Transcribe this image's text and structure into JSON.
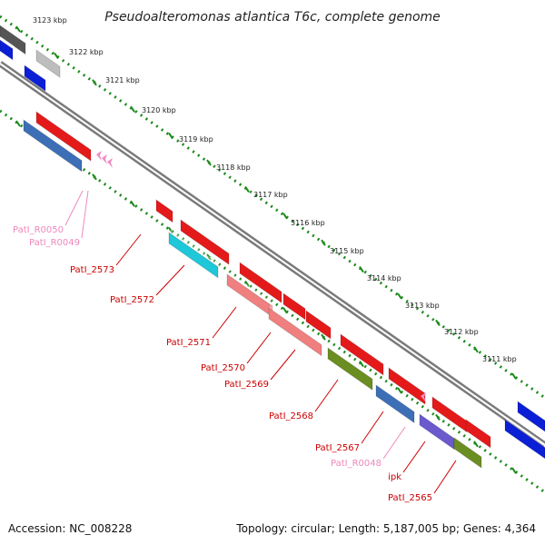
{
  "title": "Pseudoalteromonas atlantica T6c, complete genome",
  "footer": {
    "accession": "Accession: NC_008228",
    "topology": "Topology: circular; Length: 5,187,005 bp; Genes: 4,364"
  },
  "colors": {
    "backbone": "#7a7a7a",
    "ticks": "#1a8a1a",
    "gene_red": "#e41a1a",
    "gene_pink": "#f07f7f",
    "gene_blue": "#3d6fb6",
    "gene_cyan": "#1ec8d8",
    "gene_olive": "#6b8e23",
    "gene_purple": "#6a5acd",
    "gene_gray": "#bdbdbd",
    "gene_darkgray": "#555555",
    "gene_navy": "#0b1fd6",
    "rna_pink": "#f08cc0",
    "label_red": "#cc0000",
    "label_pink": "#ee88bb"
  },
  "kbp_labels": [
    "3123 kbp",
    "3122 kbp",
    "3121 kbp",
    "3120 kbp",
    "3119 kbp",
    "3118 kbp",
    "3117 kbp",
    "3116 kbp",
    "3115 kbp",
    "3114 kbp",
    "3113 kbp",
    "3112 kbp",
    "3111 kbp"
  ],
  "gene_labels": [
    {
      "text": "PatI_R0050",
      "kind": "rna"
    },
    {
      "text": "PatI_R0049",
      "kind": "rna"
    },
    {
      "text": "PatI_2573",
      "kind": "gene"
    },
    {
      "text": "PatI_2572",
      "kind": "gene"
    },
    {
      "text": "PatI_2571",
      "kind": "gene"
    },
    {
      "text": "PatI_2570",
      "kind": "gene"
    },
    {
      "text": "PatI_2569",
      "kind": "gene"
    },
    {
      "text": "PatI_2568",
      "kind": "gene"
    },
    {
      "text": "PatI_2567",
      "kind": "gene"
    },
    {
      "text": "PatI_R0048",
      "kind": "rna"
    },
    {
      "text": "ipk",
      "kind": "gene"
    },
    {
      "text": "PatI_2565",
      "kind": "gene"
    }
  ]
}
